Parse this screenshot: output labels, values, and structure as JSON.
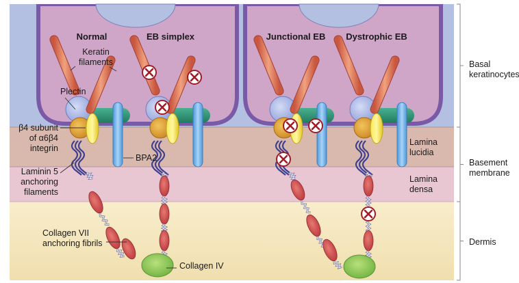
{
  "figure": {
    "columns": [
      {
        "id": "normal",
        "title": "Normal",
        "defects": []
      },
      {
        "id": "eb-simplex",
        "title": "EB simplex",
        "defects": [
          "keratin-filament-1",
          "keratin-filament-2",
          "plectin"
        ]
      },
      {
        "id": "junctional-eb",
        "title": "Junctional EB",
        "defects": [
          "integrin-b4",
          "bpa2",
          "laminin-5"
        ]
      },
      {
        "id": "dystrophic-eb",
        "title": "Dystrophic EB",
        "defects": [
          "collagen-vii"
        ]
      }
    ],
    "component_labels": {
      "keratin": "Keratin\nfilaments",
      "plectin": "Plectin",
      "integrin": "β4 subunit\nof α6β4\nintegrin",
      "bpa2": "BPA2",
      "laminin": "Laminin 5\nanchoring\nfilaments",
      "collagen7": "Collagen VII\nanchoring fibrils",
      "collagen4": "Collagen IV"
    },
    "layer_labels": {
      "lamina_lucidia": "Lamina\nlucidia",
      "lamina_densa": "Lamina\ndensa"
    },
    "brackets": [
      {
        "id": "basal-keratinocytes",
        "label": "Basal\nkeratinocytes"
      },
      {
        "id": "basement-membrane",
        "label": "Basement\nmembrane"
      },
      {
        "id": "dermis",
        "label": "Dermis"
      }
    ],
    "defect_symbol": "circled-x-icon",
    "colors": {
      "extracellular": "#b4c0e2",
      "cytoplasm": "#cfa6c8",
      "cell_membrane": "#7a5aa6",
      "nucleus": "#b4c0e2",
      "lamina_lucidia": "#d9b8ad",
      "lamina_densa": "#e8c6d2",
      "dermis": "#f6e7bf",
      "keratin": "#d9775e",
      "plectin": "#a9b6e6",
      "green_plaque": "#2f9a7a",
      "bpa2": "#6aaee6",
      "integrin_orange": "#e0a035",
      "integrin_yellow": "#f2e23a",
      "laminin": "#3e3f8e",
      "collagen7": "#c7454a",
      "collagen4": "#8fcb5a",
      "defect": "#a01c26"
    }
  }
}
